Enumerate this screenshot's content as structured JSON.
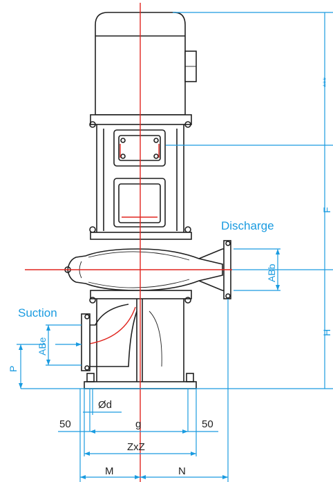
{
  "labels": {
    "discharge": "Discharge",
    "suction": "Suction",
    "abb": "ABb",
    "abe": "ABe",
    "p": "P",
    "h": "H",
    "f": "F",
    "stars": "***",
    "od": "Ød",
    "g": "g",
    "fifty_left": "50",
    "fifty_right": "50",
    "zxz": "ZxZ",
    "m": "M",
    "n": "N"
  },
  "colors": {
    "outline": "#1f1f1f",
    "dimension": "#1a9be0",
    "centerline": "#e0251e",
    "background": "#ffffff"
  }
}
